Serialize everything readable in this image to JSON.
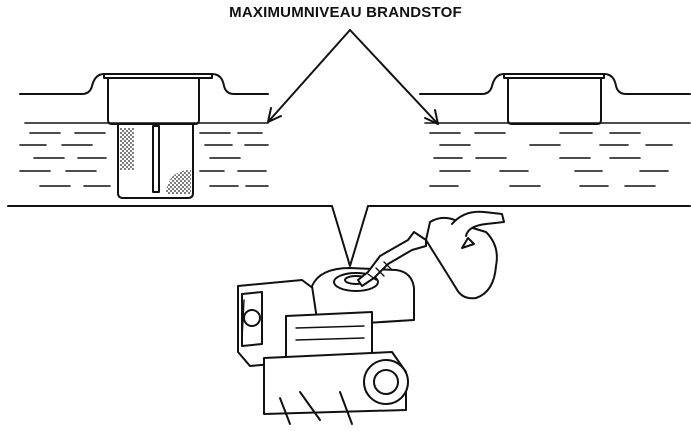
{
  "diagram": {
    "label": "MAXIMUMNIVEAU BRANDSTOF",
    "colors": {
      "line": "#111111",
      "fill": "#ffffff",
      "stipple": "#333333"
    },
    "parts": [
      "fuel-tank-with-strainer",
      "fuel-tank-without-strainer",
      "engine",
      "fuel-can"
    ]
  }
}
